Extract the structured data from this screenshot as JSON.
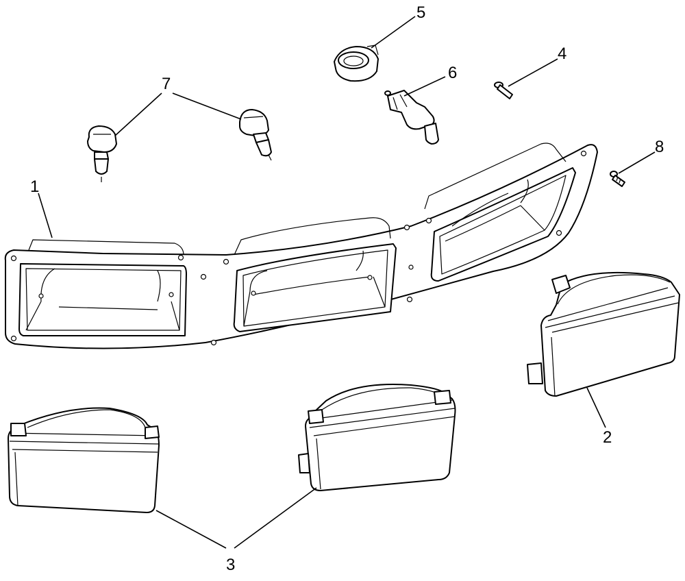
{
  "callouts": {
    "c1": "1",
    "c2": "2",
    "c3": "3",
    "c4": "4",
    "c5": "5",
    "c6": "6",
    "c7": "7",
    "c8": "8"
  },
  "parts": {
    "bezel": "light-mounting-bezel",
    "lamp_right": "work-lamp",
    "lamp_left": "work-lamp",
    "lamp_center": "work-lamp",
    "screw_small": "pin",
    "retaining_ring": "retaining-ring",
    "bulb_holder": "bulb-socket",
    "bulbs": "halogen-bulb",
    "self_tapping_screw": "screw"
  },
  "colors": {
    "line": "#000000",
    "background": "#ffffff",
    "shade": "#e9e9e9"
  }
}
